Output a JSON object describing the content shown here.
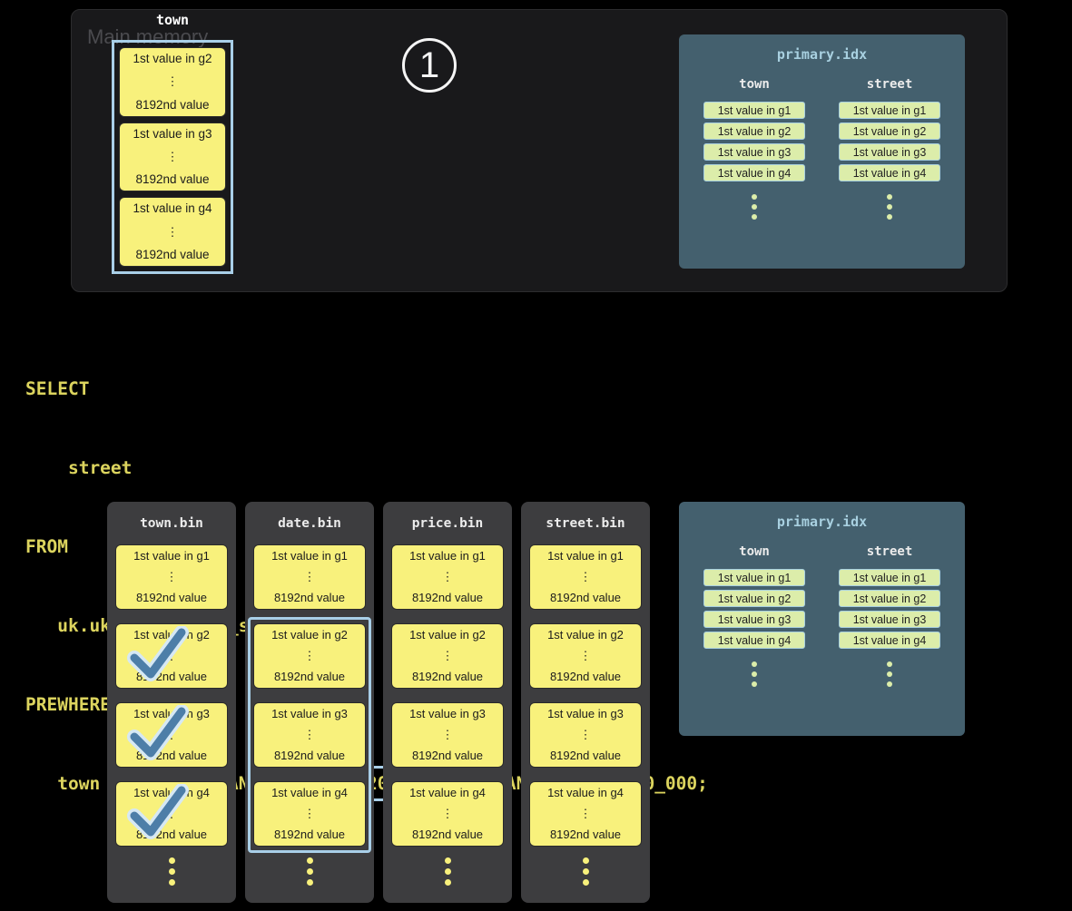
{
  "colors": {
    "background": "#000000",
    "memory_panel": "#19191b",
    "bin_panel": "#3d3d3f",
    "granule_yellow": "#f8f17c",
    "index_panel": "#44606e",
    "index_pill_green": "#dcedaa",
    "highlight_blue": "#a9cfe8",
    "sql_yellow": "#dcd45e",
    "checkmark_blue": "#4d7ea8"
  },
  "glyphs": {
    "vdots": "⋮"
  },
  "main_memory": {
    "label": "Main memory",
    "step_badge": "1",
    "column_header": "town",
    "granules": [
      {
        "top": "1st value in g2",
        "bottom": "8192nd value"
      },
      {
        "top": "1st value in g3",
        "bottom": "8192nd value"
      },
      {
        "top": "1st value in g4",
        "bottom": "8192nd value"
      }
    ]
  },
  "query": {
    "lines": [
      "SELECT",
      "    street",
      "FROM",
      "   uk.uk_price_paid_simple",
      "PREWHERE"
    ],
    "predicate_line": {
      "before": "   town = 'LONDON' AND ",
      "highlighted": "date > '2024-12-31'",
      "after": " AND price < 10_000;"
    }
  },
  "bins": [
    {
      "name": "town.bin",
      "granules": [
        {
          "top": "1st value in g1",
          "bottom": "8192nd value",
          "checked": false
        },
        {
          "top": "1st value in g2",
          "bottom": "8192nd value",
          "checked": true
        },
        {
          "top": "1st value in g3",
          "bottom": "8192nd value",
          "checked": true
        },
        {
          "top": "1st value in g4",
          "bottom": "8192nd value",
          "checked": true
        }
      ]
    },
    {
      "name": "date.bin",
      "highlight_border": "g2-g4",
      "granules": [
        {
          "top": "1st value in g1",
          "bottom": "8192nd value",
          "checked": false
        },
        {
          "top": "1st value in g2",
          "bottom": "8192nd value",
          "checked": false
        },
        {
          "top": "1st value in g3",
          "bottom": "8192nd value",
          "checked": false
        },
        {
          "top": "1st value in g4",
          "bottom": "8192nd value",
          "checked": false
        }
      ]
    },
    {
      "name": "price.bin",
      "granules": [
        {
          "top": "1st value in g1",
          "bottom": "8192nd value",
          "checked": false
        },
        {
          "top": "1st value in g2",
          "bottom": "8192nd value",
          "checked": false
        },
        {
          "top": "1st value in g3",
          "bottom": "8192nd value",
          "checked": false
        },
        {
          "top": "1st value in g4",
          "bottom": "8192nd value",
          "checked": false
        }
      ]
    },
    {
      "name": "street.bin",
      "granules": [
        {
          "top": "1st value in g1",
          "bottom": "8192nd value",
          "checked": false
        },
        {
          "top": "1st value in g2",
          "bottom": "8192nd value",
          "checked": false
        },
        {
          "top": "1st value in g3",
          "bottom": "8192nd value",
          "checked": false
        },
        {
          "top": "1st value in g4",
          "bottom": "8192nd value",
          "checked": false
        }
      ]
    }
  ],
  "primary_index": {
    "title": "primary.idx",
    "town_header": "town",
    "street_header": "street",
    "town_entries": [
      "1st value in g1",
      "1st value in g2",
      "1st value in g3",
      "1st value in g4"
    ],
    "street_entries": [
      "1st value in g1",
      "1st value in g2",
      "1st value in g3",
      "1st value in g4"
    ]
  }
}
